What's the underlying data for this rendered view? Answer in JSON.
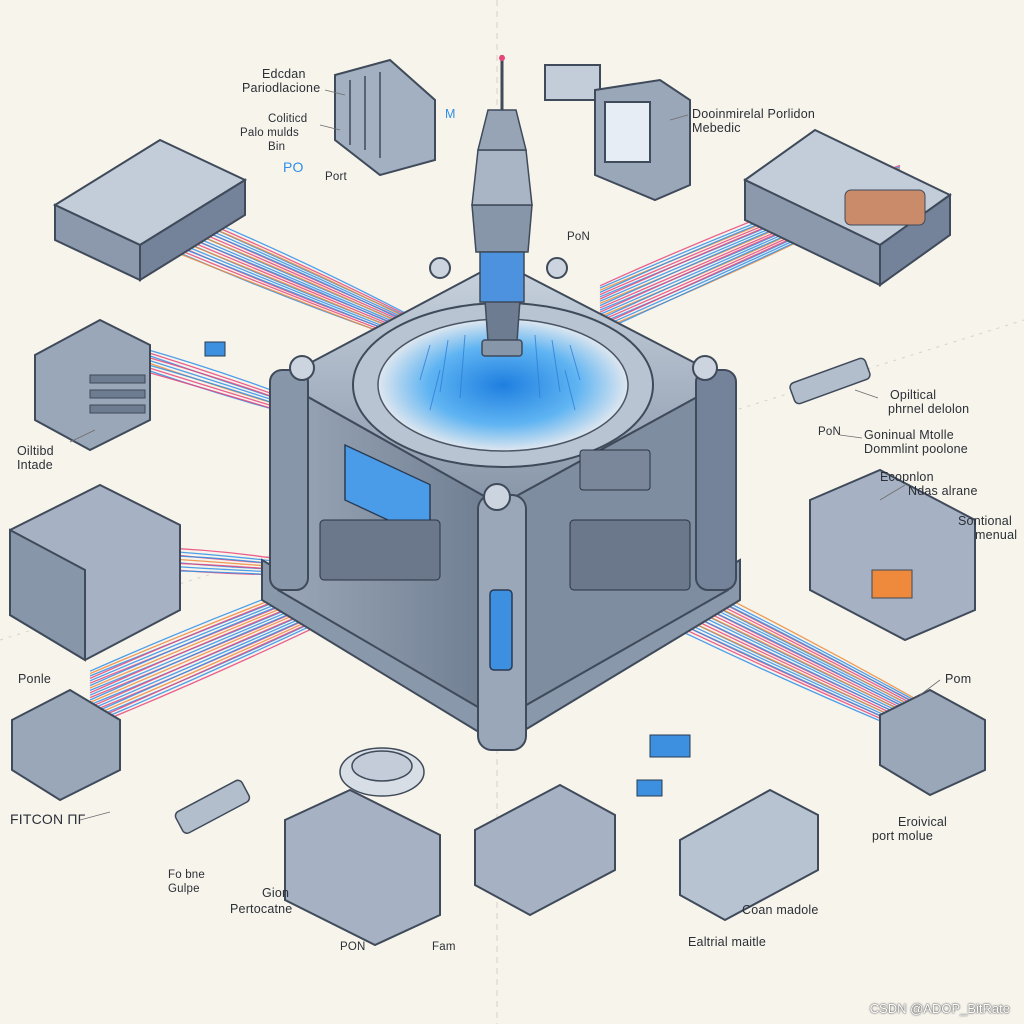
{
  "labels": {
    "top_left_title_1": "Edcdan",
    "top_left_title_2": "Pariodlacione",
    "top_left_mid_1": "Coliticd",
    "top_left_mid_2": "Palo mulds",
    "top_left_mid_3": "Bin",
    "blue_po": "PO",
    "blue_m": "M",
    "port_top": "Port",
    "pon_top": "PoN",
    "top_right_1": "Dooinmirelal Porlidon",
    "top_right_2": "Mebedic",
    "left_optical_1": "Oiltibd",
    "left_optical_2": "Intade",
    "right_optical_1": "Opiltical",
    "right_optical_2": "phrnel delolon",
    "right_pon": "PoN",
    "right_module_1": "Goninual Mtolle",
    "right_module_2": "Dommlint poolone",
    "right_mid_1": "Ecopnlon",
    "right_mid_2": "Ndas alrane",
    "right_mid_3": "Sontional",
    "right_mid_4": "menual",
    "left_port": "Ponle",
    "right_port": "Pom",
    "left_bottom_1": "FITCON ПГ",
    "bottom_left_1": "Fo bne",
    "bottom_left_2": "Gulpe",
    "bottom_mid_1": "Gion",
    "bottom_mid_2": "Pertocatne",
    "bottom_pon": "PON",
    "bottom_fam": "Fam",
    "bottom_right_1": "Eroivical",
    "bottom_right_2": "port molue",
    "bottom_coan": "Coan madole",
    "bottom_electrical": "Ealtrial maitle",
    "watermark": "CSDN @ADOP_BitRate"
  },
  "colors": {
    "background": "#f7f4ec",
    "metal": "#a9b6c6",
    "metal_dark": "#6d7c90",
    "fiber_blue": "#2f8fe8",
    "fiber_pink": "#e8457a",
    "fiber_orange": "#ef8a3c",
    "glow_blue": "#3ba3f0"
  }
}
